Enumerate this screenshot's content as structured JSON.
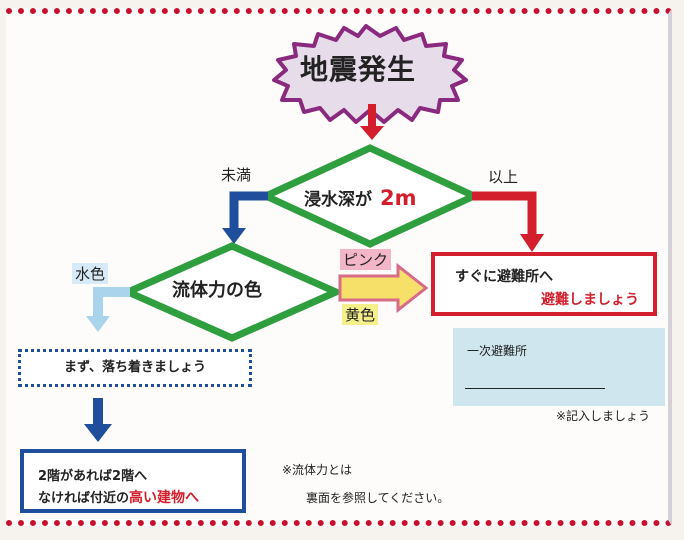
{
  "title": "地震発生",
  "decision1": {
    "text": "浸水深が",
    "value": "2m",
    "left_label": "未満",
    "right_label": "以上"
  },
  "decision2": {
    "text": "流体力の色",
    "left_label": "水色",
    "right_label_top": "ピンク",
    "right_label_bottom": "黄色"
  },
  "evacuate_box": {
    "line1": "すぐに避難所へ",
    "line2": "避難しましょう"
  },
  "calm_box": {
    "text": "まず、落ち着きましょう"
  },
  "high_box": {
    "line1": "2階があれば2階へ",
    "line2_prefix": "なければ付近の",
    "line2_emphasis": "高い建物へ"
  },
  "shelter": {
    "label": "一次避難所",
    "note": "※記入しましょう"
  },
  "note": {
    "line1": "※流体力とは",
    "line2": "裏面を参照してください。"
  },
  "colors": {
    "red": "#d31f2d",
    "blue": "#1f4e9c",
    "green": "#2e9e3f",
    "light_blue": "#a9d4ec",
    "title_fill": "#e7dcea"
  },
  "icons": [
    "emergency-exit-icon"
  ]
}
